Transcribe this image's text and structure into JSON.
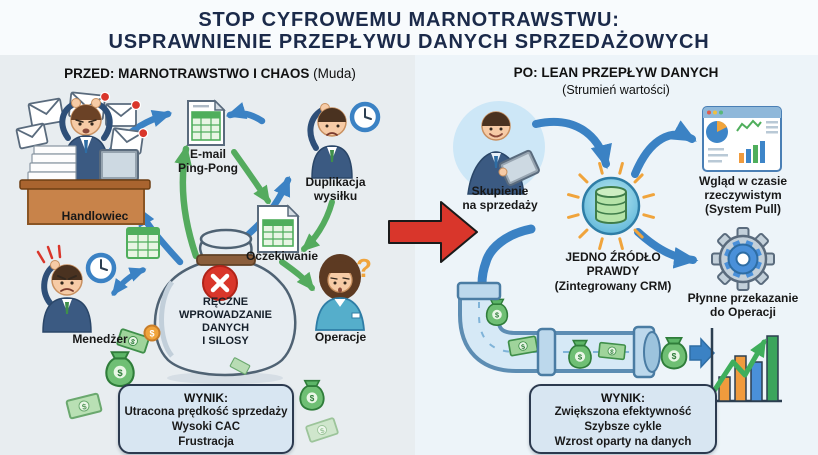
{
  "glyphs": {
    "dollar": "$",
    "question": "?"
  },
  "title": {
    "line1": "STOP CYFROWEMU MARNOTRAWSTWU:",
    "line2": "USPRAWNIENIE PRZEPŁYWU DANYCH SPRZEDAŻOWYCH"
  },
  "left": {
    "header": "PRZED: MARNOTRAWSTWO I CHAOS",
    "header_note": "(Muda)",
    "salesperson_label": "Handlowiec",
    "email_label": "E-mail\nPing-Pong",
    "duplication_label": "Duplikacja\nwysiłku",
    "waiting_label": "Oczekiwanie",
    "manager_label": "Menedżer",
    "operations_label": "Operacje",
    "sack_label": "RĘCZNE\nWPROWADZANIE\nDANYCH\nI SILOSY",
    "result": {
      "title": "WYNIK:",
      "lines": [
        "Utracona prędkość sprzedaży",
        "Wysoki CAC",
        "Frustracja"
      ]
    }
  },
  "right": {
    "header": "PO: LEAN PRZEPŁYW DANYCH",
    "header_note": "(Strumień wartości)",
    "focus_label": "Skupienie\nna sprzedaży",
    "source_label": "JEDNO ŹRÓDŁO\nPRAWDY",
    "source_note": "(Zintegrowany CRM)",
    "insight_label": "Wgląd w czasie\nrzeczywistym\n(System Pull)",
    "handover_label": "Płynne przekazanie\ndo Operacji",
    "result": {
      "title": "WYNIK:",
      "lines": [
        "Zwiększona efektywność",
        "Szybsze cykle",
        "Wzrost oparty na danych"
      ]
    }
  },
  "colors": {
    "title_navy": "#1b2a4a",
    "arrow_blue": "#3b82c4",
    "arrow_green": "#54ab5e",
    "accent_red": "#d9362b"
  }
}
